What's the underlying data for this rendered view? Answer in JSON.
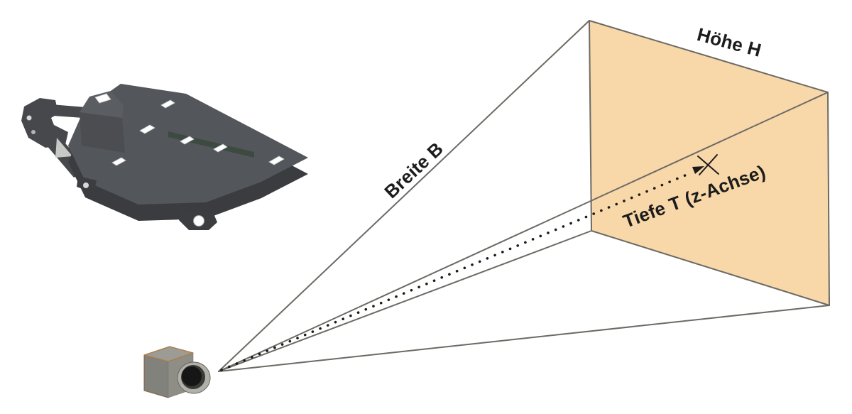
{
  "figure": {
    "background": "#ffffff",
    "labels": {
      "width_label": "Breite B",
      "height_label": "Höhe H",
      "depth_label": "Tiefe T (z-Achse)"
    },
    "colors": {
      "background": "#ffffff",
      "plane_fill": "#f8d7a9",
      "frustum_line": "#6b6a64",
      "depth_dots": "#1b1b1b",
      "label_text": "#1c1c1c",
      "plate_top": "#53565a",
      "plate_side": "#3a3c40",
      "plate_slot_green": "#3d4a41",
      "camera_body": "#8e8e87",
      "camera_lens": "#161616"
    },
    "icons": {
      "depth_axis_arrow": "arrowhead-right-icon",
      "plane_center_marker": "x-cross-marker-icon"
    }
  }
}
